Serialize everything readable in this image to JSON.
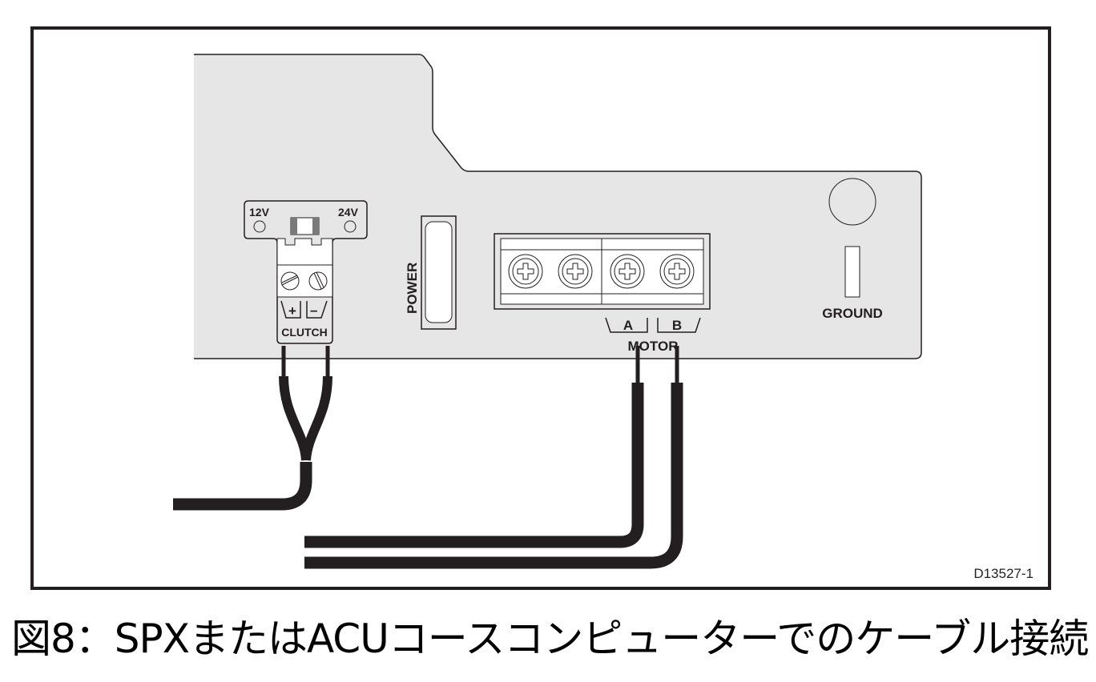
{
  "figure": {
    "reference_code": "D13527-1",
    "caption": "図8：SPXまたはACUコースコンピューターでのケーブル接続"
  },
  "unit": {
    "panel_color": "#e6e6e6",
    "outline_color": "#231f20",
    "cable_color": "#231f20"
  },
  "clutch": {
    "voltage_left": "12V",
    "voltage_right": "24V",
    "plus_symbol": "+",
    "minus_symbol": "–",
    "label": "CLUTCH"
  },
  "power": {
    "label": "POWER"
  },
  "motor": {
    "terminal_a": "A",
    "terminal_b": "B",
    "label": "MOTOR"
  },
  "ground": {
    "label": "GROUND"
  }
}
